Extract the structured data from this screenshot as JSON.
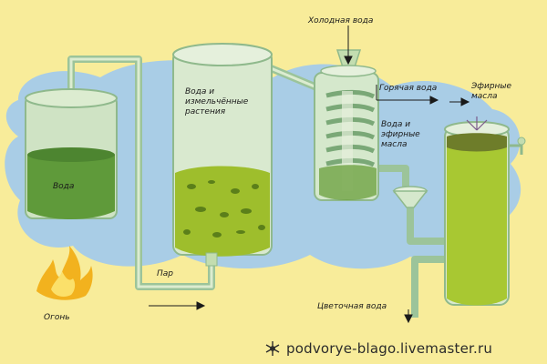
{
  "labels": {
    "cold_water": "Холодная вода",
    "hot_water": "Горячая вода",
    "essential_oils": "Эфирные масла",
    "water_and_oils": "Вода и эфирные масла",
    "water_and_plants": "Вода и измельчённые растения",
    "water": "Вода",
    "steam": "Пар",
    "fire": "Огонь",
    "flower_water": "Цветочная вода"
  },
  "footer": {
    "site": "podvorye-blago.livemaster.ru",
    "logo_icon": "snowflake-icon"
  },
  "colors": {
    "background": "#f8ec9a",
    "cloud": "#a9cde6",
    "liquid_green": "#5f9a3a",
    "plant_green": "#9ebe2c",
    "pipe": "#c3ddb0",
    "flame": "#f2b21e"
  }
}
